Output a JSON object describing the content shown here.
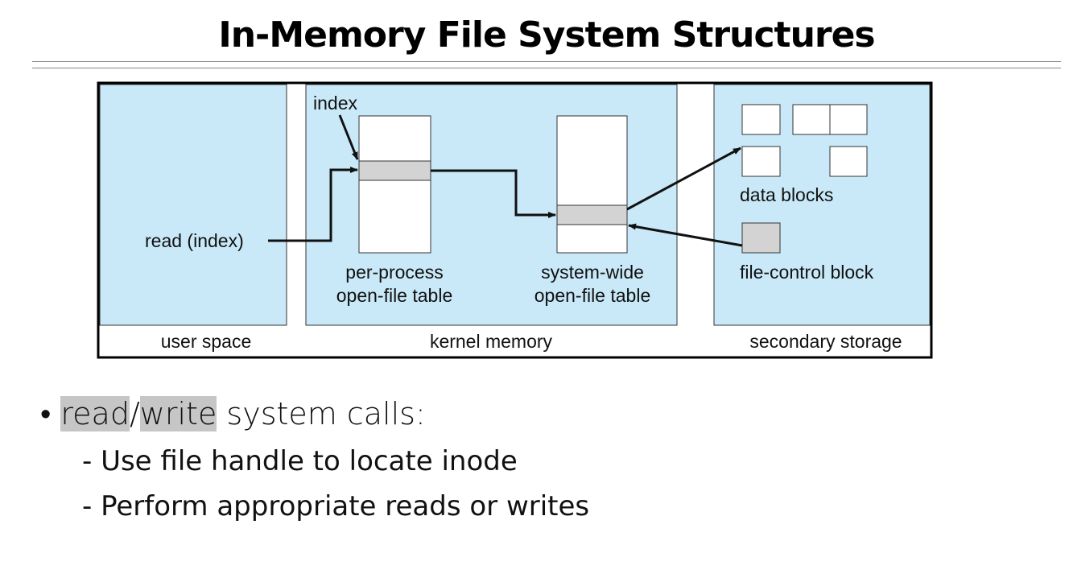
{
  "slide": {
    "title": "In-Memory File System Structures"
  },
  "diagram": {
    "regions": {
      "user_space": "user space",
      "kernel_memory": "kernel memory",
      "secondary_storage": "secondary storage"
    },
    "labels": {
      "index": "index",
      "read_call": "read (index)",
      "per_process_1": "per-process",
      "per_process_2": "open-file table",
      "system_wide_1": "system-wide",
      "system_wide_2": "open-file table",
      "data_blocks": "data blocks",
      "fcb": "file-control block"
    },
    "colors": {
      "panel": "#c9e9f8",
      "entry": "#d3d3d3"
    }
  },
  "bullets": {
    "main": {
      "read": "read",
      "slash": "/",
      "write": "write",
      "rest": " system calls:"
    },
    "sub": [
      "Use file handle to locate inode",
      "Perform appropriate reads or writes"
    ]
  }
}
